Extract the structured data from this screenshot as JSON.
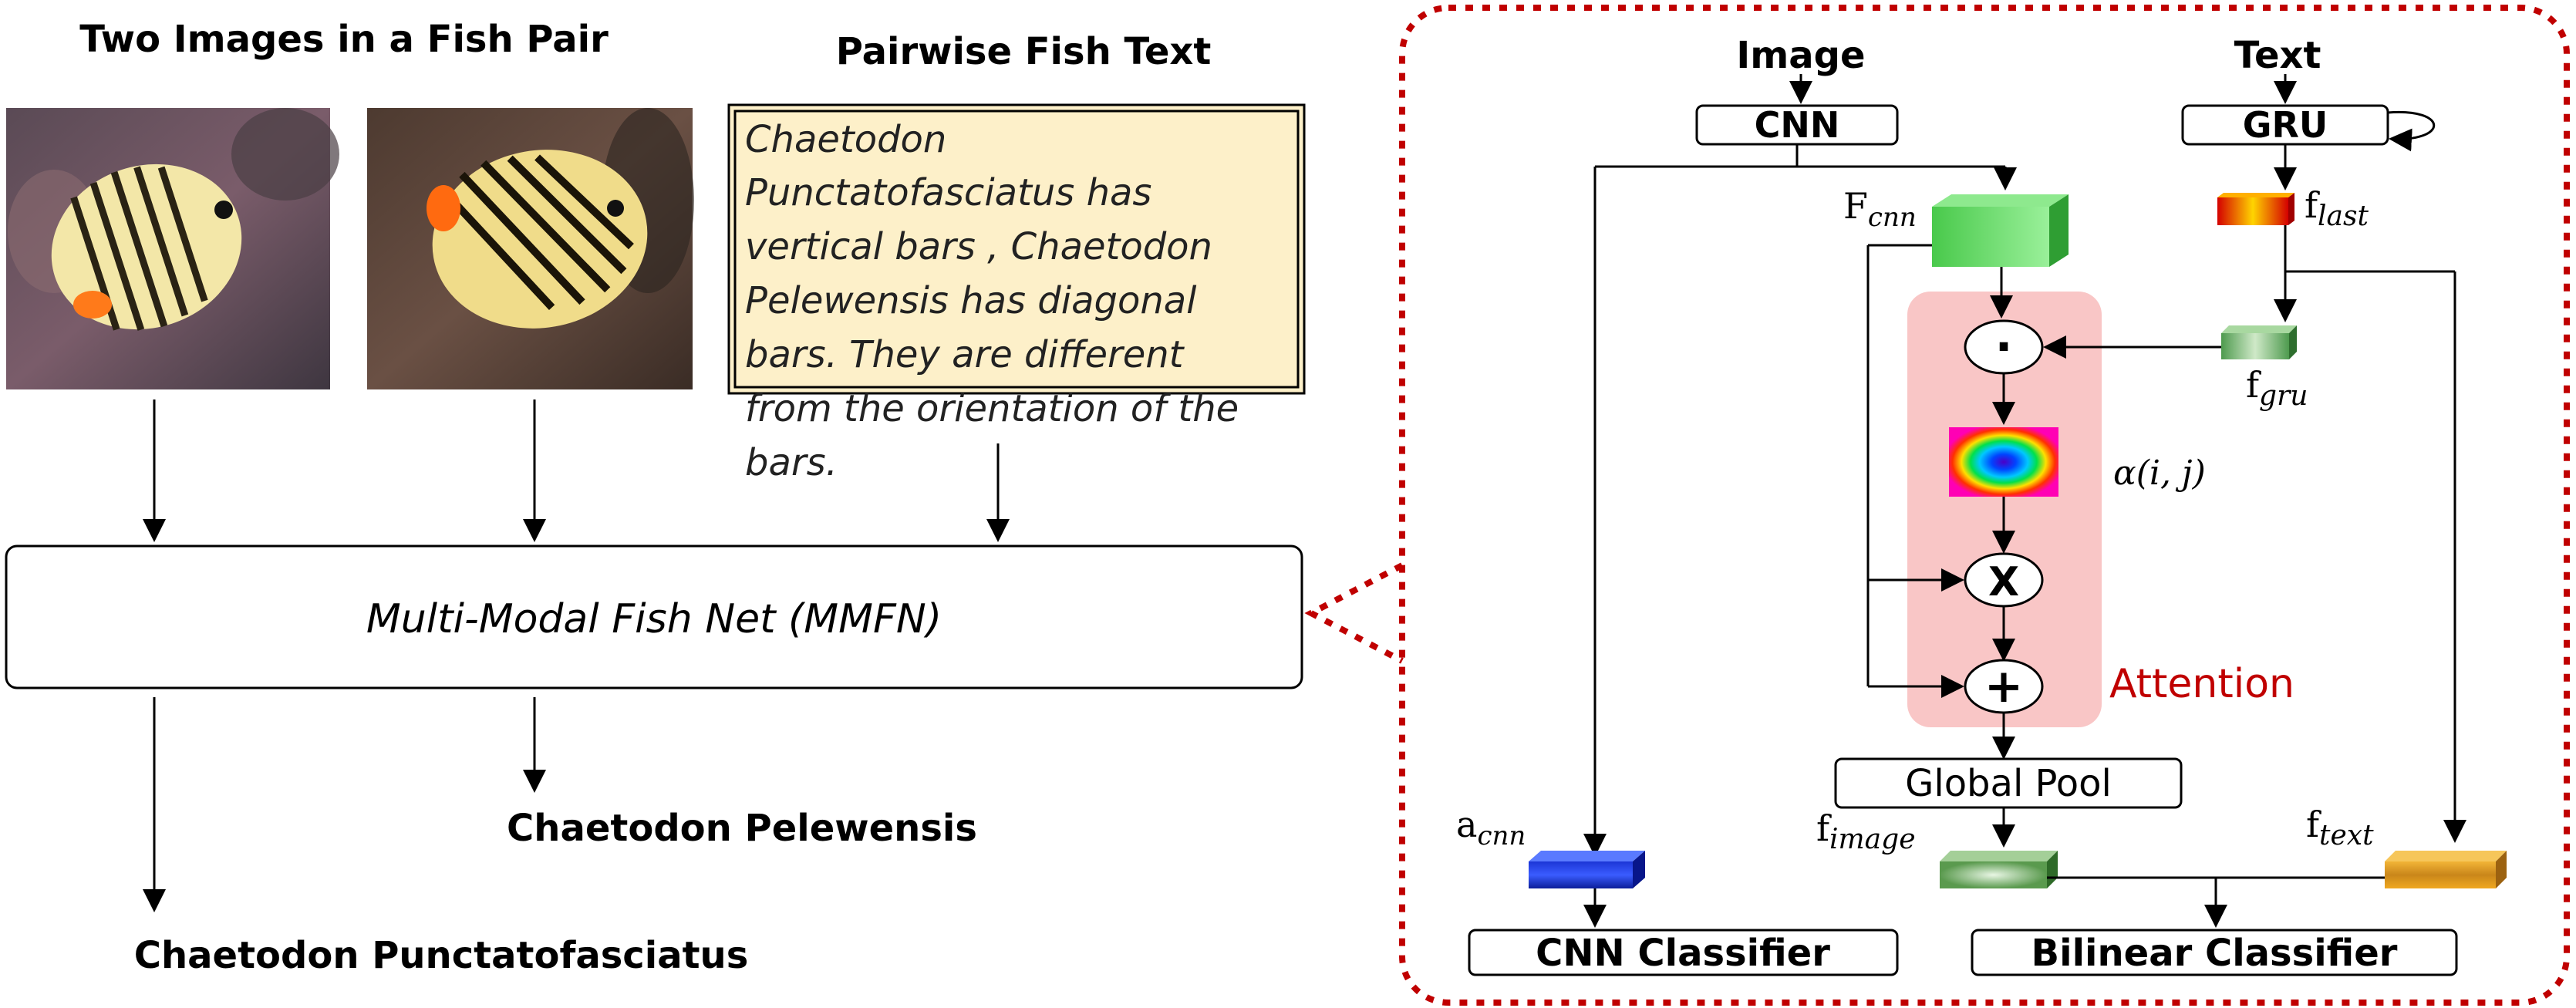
{
  "left": {
    "images_title": "Two Images in a Fish Pair",
    "text_title": "Pairwise Fish Text",
    "fish_text_lines": [
      "Chaetodon",
      "Punctatofasciatus has",
      "vertical bars ,  Chaetodon",
      "Pelewensis has diagonal",
      "bars. They are different",
      "from the orientation of the",
      "bars."
    ],
    "network_label": "Multi-Modal Fish Net (MMFN)",
    "output_2": "Chaetodon Pelewensis",
    "output_1": "Chaetodon  Punctatofasciatus"
  },
  "detail": {
    "image_input": "Image",
    "text_input": "Text",
    "cnn": "CNN",
    "gru": "GRU",
    "f_cnn": {
      "base": "F",
      "sub": "cnn"
    },
    "f_last": {
      "base": "f",
      "sub": "last"
    },
    "f_gru": {
      "base": "f",
      "sub": "gru"
    },
    "alpha": "α(i, j)",
    "dot_op": "·",
    "mul_op": "X",
    "add_op": "+",
    "attention": "Attention",
    "global_pool": "Global Pool",
    "a_cnn": {
      "base": "a",
      "sub": "cnn"
    },
    "f_image": {
      "base": "f",
      "sub": "image"
    },
    "f_text": {
      "base": "f",
      "sub": "text"
    },
    "cnn_classifier": "CNN Classifier",
    "bilinear_classifier": "Bilinear Classifier"
  },
  "colors": {
    "dashed_border": "#c00000",
    "attention_bg": "#f9c6c6",
    "attention_text": "#c00000",
    "text_box_bg": "#fdf0c9"
  }
}
